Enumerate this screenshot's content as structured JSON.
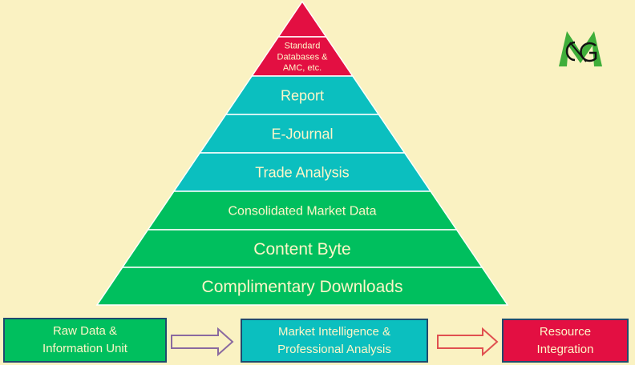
{
  "pyramid": {
    "layers": [
      {
        "label": "",
        "color": "#e30f42"
      },
      {
        "label": "Standard\nDatabases &\nAMC, etc.",
        "color": "#e30f42"
      },
      {
        "label": "Report",
        "color": "#0bbfbf"
      },
      {
        "label": "E-Journal",
        "color": "#0bbfbf"
      },
      {
        "label": "Trade Analysis",
        "color": "#0bbfbf"
      },
      {
        "label": "Consolidated Market Data",
        "color": "#00bf5e"
      },
      {
        "label": "Content Byte",
        "color": "#00bf5e"
      },
      {
        "label": "Complimentary Downloads",
        "color": "#00bf5e"
      }
    ]
  },
  "flow": {
    "steps": [
      {
        "label": "Raw Data &\nInformation Unit",
        "color": "#00bf5e"
      },
      {
        "label": "Market Intelligence &\nProfessional Analysis",
        "color": "#0bbfbf"
      },
      {
        "label": "Resource\nIntegration",
        "color": "#e30f42"
      }
    ],
    "arrow_colors": [
      "#8a6aa0",
      "#e05050"
    ]
  },
  "logo": {
    "text": "MCG"
  },
  "text_color": "#fdf6c8"
}
